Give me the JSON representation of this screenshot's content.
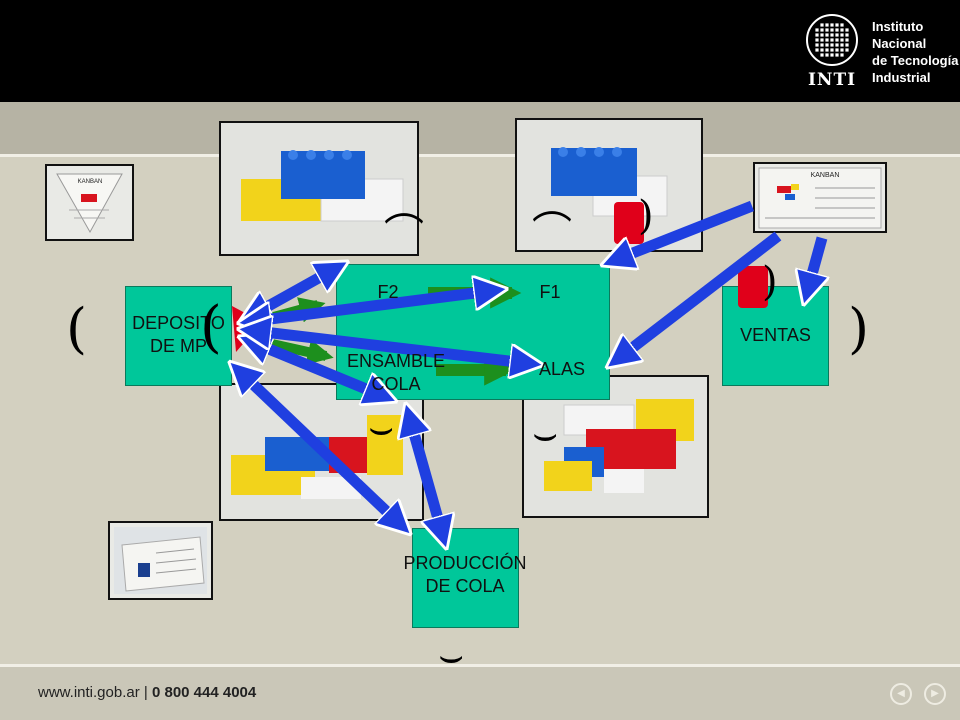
{
  "header": {
    "logo_icon": "inti-grid-logo-icon",
    "logo_word": "INTI",
    "org_lines": [
      "Instituto",
      "Nacional",
      "de Tecnología",
      "Industrial"
    ]
  },
  "diagram": {
    "deposito_lines": [
      "DEPOSITO",
      "DE MP"
    ],
    "ensamble_lines": [
      "ENSAMBLE",
      "COLA"
    ],
    "f2": "F2",
    "f1": "F1",
    "alas": "ALAS",
    "ventas": "VENTAS",
    "produccion_lines": [
      "PRODUCCIÓN",
      "DE COLA"
    ],
    "kanban_card_title": "KANBAN",
    "colors": {
      "box_fill": "#00c79a",
      "kanban_arrow": "#1f3fe0",
      "flow_arrow": "#1d8f1d",
      "signal_red": "#e0001a",
      "lego_blue": "#1a5fd0",
      "lego_yellow": "#f2d31b",
      "lego_red": "#d8141e",
      "lego_white": "#f4f4f4"
    }
  },
  "footer": {
    "website": "www.inti.gob.ar",
    "separator": "|",
    "phone": "0 800 444 4004",
    "prev_icon": "previous-arrow-icon",
    "next_icon": "next-arrow-icon"
  }
}
